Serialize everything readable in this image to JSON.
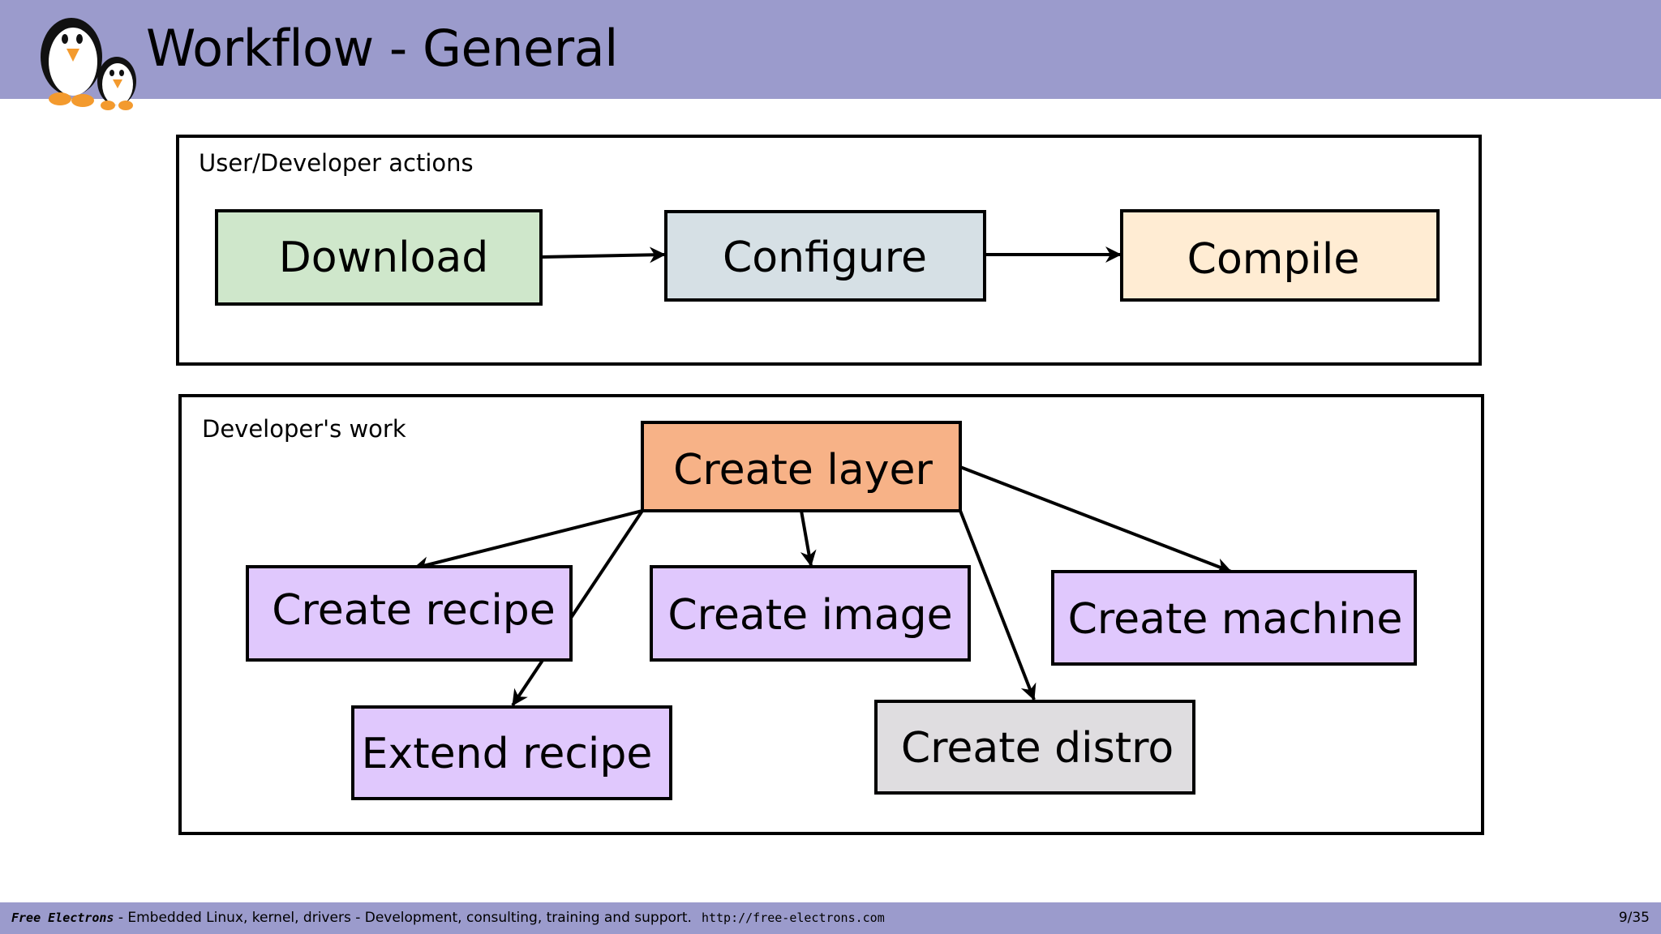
{
  "slide": {
    "title": "Workflow - General",
    "page": "9/35"
  },
  "footer": {
    "brand": "Free Electrons",
    "tagline": " - Embedded Linux, kernel, drivers - Development, consulting, training and support.",
    "url": "http://free-electrons.com"
  },
  "diagram": {
    "groups": [
      {
        "id": "user",
        "label": "User/Developer actions"
      },
      {
        "id": "dev",
        "label": "Developer's work"
      }
    ],
    "nodes": [
      {
        "id": "download",
        "label": "Download",
        "fill": "#cfe7cb"
      },
      {
        "id": "configure",
        "label": "Configure",
        "fill": "#d6e0e5"
      },
      {
        "id": "compile",
        "label": "Compile",
        "fill": "#ffecd3"
      },
      {
        "id": "create_layer",
        "label": "Create layer",
        "fill": "#f7b287"
      },
      {
        "id": "create_recipe",
        "label": "Create recipe",
        "fill": "#e0c8fd"
      },
      {
        "id": "create_image",
        "label": "Create image",
        "fill": "#e0c8fd"
      },
      {
        "id": "create_machine",
        "label": "Create machine",
        "fill": "#e0c8fd"
      },
      {
        "id": "extend_recipe",
        "label": "Extend recipe",
        "fill": "#e0c8fd"
      },
      {
        "id": "create_distro",
        "label": "Create distro",
        "fill": "#dfdde0"
      }
    ],
    "edges": [
      {
        "from": "download",
        "to": "configure"
      },
      {
        "from": "configure",
        "to": "compile"
      },
      {
        "from": "create_layer",
        "to": "create_recipe"
      },
      {
        "from": "create_layer",
        "to": "extend_recipe"
      },
      {
        "from": "create_layer",
        "to": "create_image"
      },
      {
        "from": "create_layer",
        "to": "create_distro"
      },
      {
        "from": "create_layer",
        "to": "create_machine"
      }
    ]
  },
  "colors": {
    "header_band": "#9b9bcc",
    "footer_band": "#9b9bcc"
  },
  "icons": {
    "logo": "penguin-logo-icon"
  }
}
